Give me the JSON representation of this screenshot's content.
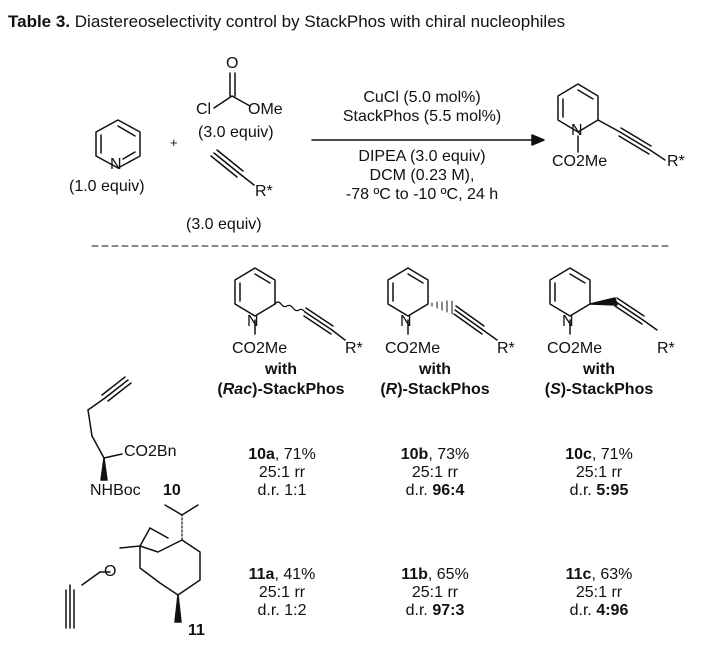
{
  "table": {
    "title_label": "Table 3.",
    "title_text": " Diastereoselectivity control by StackPhos with chiral nucleophiles"
  },
  "scheme": {
    "pyridine_label": "N",
    "pyridine_equiv": "(1.0 equiv)",
    "plus": "+",
    "chloroformate_cl": "Cl",
    "chloroformate_o": "O",
    "chloroformate_ome": "OMe",
    "chloroformate_equiv": "(3.0 equiv)",
    "alkyne_r": "R*",
    "alkyne_equiv": "(3.0 equiv)",
    "cond_above_1": "CuCl (5.0 mol%)",
    "cond_above_2": "StackPhos (5.5 mol%)",
    "cond_below_1": "DIPEA (3.0 equiv)",
    "cond_below_2": "DCM (0.23 M),",
    "cond_below_3": "-78 ºC to -10 ºC, 24 h",
    "product_n": "N",
    "product_co2me": "CO2Me",
    "product_r": "R*"
  },
  "columns": [
    {
      "with": "with",
      "ligand_prefix": "(",
      "ligand_config": "Rac",
      "ligand_suffix": ")-StackPhos"
    },
    {
      "with": "with",
      "ligand_prefix": "(",
      "ligand_config": "R",
      "ligand_suffix": ")-StackPhos"
    },
    {
      "with": "with",
      "ligand_prefix": "(",
      "ligand_config": "S",
      "ligand_suffix": ")-StackPhos"
    }
  ],
  "substrates": [
    {
      "number": "10",
      "label_co2bn": "CO2Bn",
      "label_nhboc": "NHBoc"
    },
    {
      "number": "11",
      "label_o": "O"
    }
  ],
  "results": [
    [
      {
        "id": "10a",
        "yield": ", 71%",
        "rr": "25:1 rr",
        "dr_prefix": "d.r. ",
        "dr": "1:1",
        "dr_bold": false
      },
      {
        "id": "10b",
        "yield": ", 73%",
        "rr": "25:1 rr",
        "dr_prefix": "d.r. ",
        "dr": "96:4",
        "dr_bold": true
      },
      {
        "id": "10c",
        "yield": ", 71%",
        "rr": "25:1 rr",
        "dr_prefix": "d.r. ",
        "dr": "5:95",
        "dr_bold": true
      }
    ],
    [
      {
        "id": "11a",
        "yield": ", 41%",
        "rr": "25:1 rr",
        "dr_prefix": "d.r. ",
        "dr": "1:2",
        "dr_bold": false
      },
      {
        "id": "11b",
        "yield": ", 65%",
        "rr": "25:1 rr",
        "dr_prefix": "d.r. ",
        "dr": "97:3",
        "dr_bold": true
      },
      {
        "id": "11c",
        "yield": ", 63%",
        "rr": "25:1 rr",
        "dr_prefix": "d.r. ",
        "dr": "4:96",
        "dr_bold": true
      }
    ]
  ]
}
